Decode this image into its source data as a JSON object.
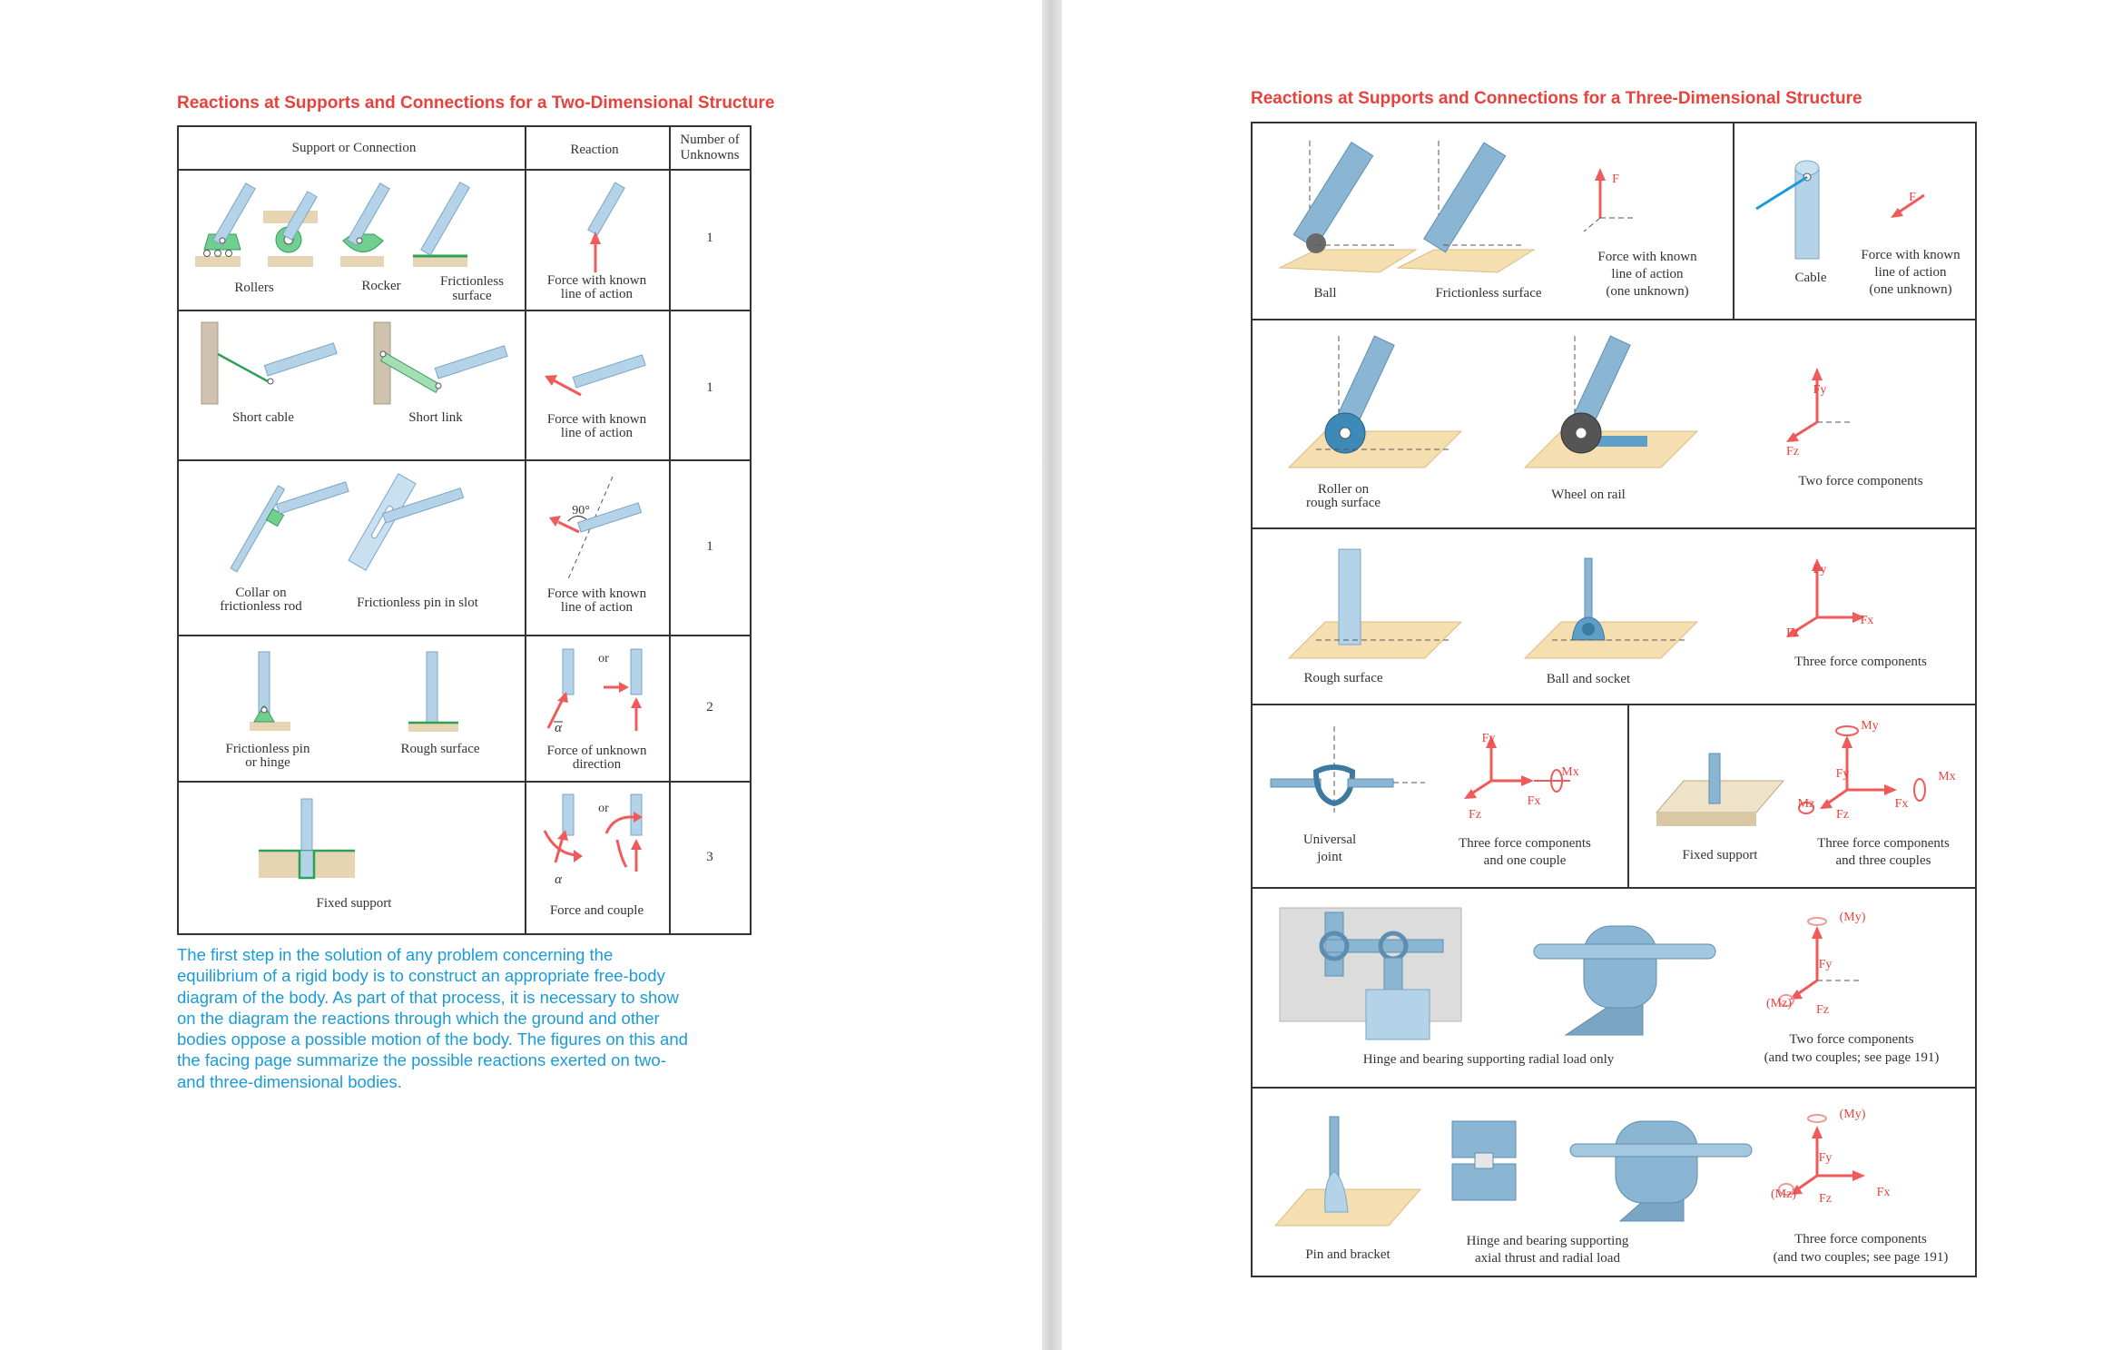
{
  "left_page": {
    "heading": "Reactions at Supports and Connections for a Two-Dimensional Structure",
    "table_headers": {
      "support": "Support or Connection",
      "reaction": "Reaction",
      "unknowns_l1": "Number of",
      "unknowns_l2": "Unknowns"
    },
    "rows": [
      {
        "supports": [
          "Rollers",
          "Rocker",
          "Frictionless",
          "surface"
        ],
        "reaction_l1": "Force with known",
        "reaction_l2": "line of action",
        "unknowns": "1"
      },
      {
        "supports": [
          "Short cable",
          "Short link"
        ],
        "reaction_l1": "Force with known",
        "reaction_l2": "line of action",
        "unknowns": "1"
      },
      {
        "supports": [
          "Collar on",
          "frictionless rod",
          "Frictionless pin in slot"
        ],
        "angle": "90°",
        "reaction_l1": "Force with known",
        "reaction_l2": "line of action",
        "unknowns": "1"
      },
      {
        "supports": [
          "Frictionless pin",
          "or hinge",
          "Rough surface"
        ],
        "or": "or",
        "alpha": "α",
        "reaction_l1": "Force of unknown",
        "reaction_l2": "direction",
        "unknowns": "2"
      },
      {
        "supports": [
          "Fixed support"
        ],
        "or": "or",
        "alpha": "α",
        "reaction_l1": "Force and couple",
        "unknowns": "3"
      }
    ],
    "paragraph": [
      "The first step in the solution of any problem concerning the",
      "equilibrium of a rigid body is to construct an appropriate free-body",
      "diagram of the body. As part of that process, it is necessary to show",
      "on the diagram the reactions through which the ground and other",
      "bodies oppose a possible motion of the body. The figures on this and",
      "the facing page summarize the possible reactions exerted on two-",
      "and three-dimensional bodies."
    ]
  },
  "right_page": {
    "heading": "Reactions at Supports and Connections for a Three-Dimensional Structure",
    "rows": {
      "r1": {
        "ball": "Ball",
        "frictionless": "Frictionless surface",
        "F": "F",
        "known_l1": "Force with known",
        "known_l2": "line of action",
        "known_l3": "(one unknown)",
        "cable": "Cable",
        "cable_l1": "Force with known",
        "cable_l2": "line of action",
        "cable_l3": "(one unknown)"
      },
      "r2": {
        "roller_l1": "Roller on",
        "roller_l2": "rough surface",
        "wheel": "Wheel on rail",
        "Fy": "Fy",
        "Fz": "Fz",
        "caption": "Two force components"
      },
      "r3": {
        "rough": "Rough surface",
        "ball_socket": "Ball and socket",
        "Fy": "Fy",
        "Fx": "Fx",
        "Fz": "Fz",
        "caption": "Three force components"
      },
      "r4": {
        "universal_l1": "Universal",
        "universal_l2": "joint",
        "Fy": "Fy",
        "Mx": "Mx",
        "Fx": "Fx",
        "Fz": "Fz",
        "cap1_l1": "Three force components",
        "cap1_l2": "and one couple",
        "fixed": "Fixed support",
        "My": "My",
        "Mz": "Mz",
        "cap2_l1": "Three force components",
        "cap2_l2": "and three couples"
      },
      "r5": {
        "hinge": "Hinge and bearing supporting radial load only",
        "My": "(My)",
        "Mz": "(Mz)",
        "Fy": "Fy",
        "Fz": "Fz",
        "cap_l1": "Two force components",
        "cap_l2": "(and two couples; see page 191)"
      },
      "r6": {
        "pin": "Pin and bracket",
        "hinge_l1": "Hinge and bearing supporting",
        "hinge_l2": "axial thrust and radial load",
        "My": "(My)",
        "Mz": "(Mz)",
        "Fy": "Fy",
        "Fx": "Fx",
        "Fz": "Fz",
        "cap_l1": "Three force components",
        "cap_l2": "(and two couples; see page 191)"
      }
    }
  }
}
